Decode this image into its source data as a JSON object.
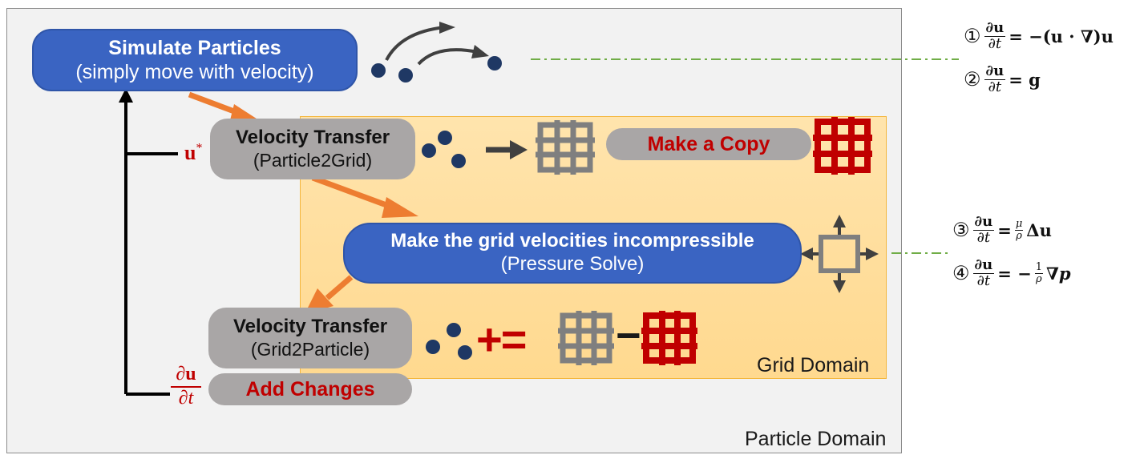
{
  "domains": {
    "particle": "Particle Domain",
    "grid": "Grid Domain"
  },
  "boxes": {
    "simulate": {
      "title": "Simulate Particles",
      "subtitle": "(simply move with velocity)"
    },
    "p2g": {
      "title": "Velocity Transfer",
      "subtitle": "(Particle2Grid)"
    },
    "copy": {
      "label": "Make a Copy"
    },
    "pressure": {
      "title": "Make the grid velocities incompressible",
      "subtitle": "(Pressure Solve)"
    },
    "g2p": {
      "title": "Velocity Transfer",
      "subtitle": "(Grid2Particle)"
    },
    "add": {
      "label": "Add Changes"
    }
  },
  "symbols": {
    "u_star_base": "u",
    "u_star_sup": "*",
    "du_num": "∂u",
    "du_den": "∂t",
    "plus_equals": "+=",
    "minus": "−"
  },
  "equations": {
    "eq1": {
      "num": "①",
      "rhs": "= −(u · ∇)u"
    },
    "eq2": {
      "num": "②",
      "rhs": "= g"
    },
    "eq3": {
      "num": "③",
      "coef_num": "μ",
      "coef_den": "ρ",
      "rhs": "Δu"
    },
    "eq4": {
      "num": "④",
      "coef_num": "1",
      "coef_den": "ρ",
      "rhs": "∇p",
      "sign": "= −"
    },
    "frac_num": "∂u",
    "frac_den": "∂t",
    "eq3_sign": "="
  },
  "colors": {
    "blue_box": "#3a64c2",
    "gray_box": "#a9a6a6",
    "orange_arrow": "#ed7d31",
    "red": "#c00000",
    "particle": "#1f3864",
    "grid_gray": "#7f7f7f",
    "green_dash": "#70ad47"
  }
}
